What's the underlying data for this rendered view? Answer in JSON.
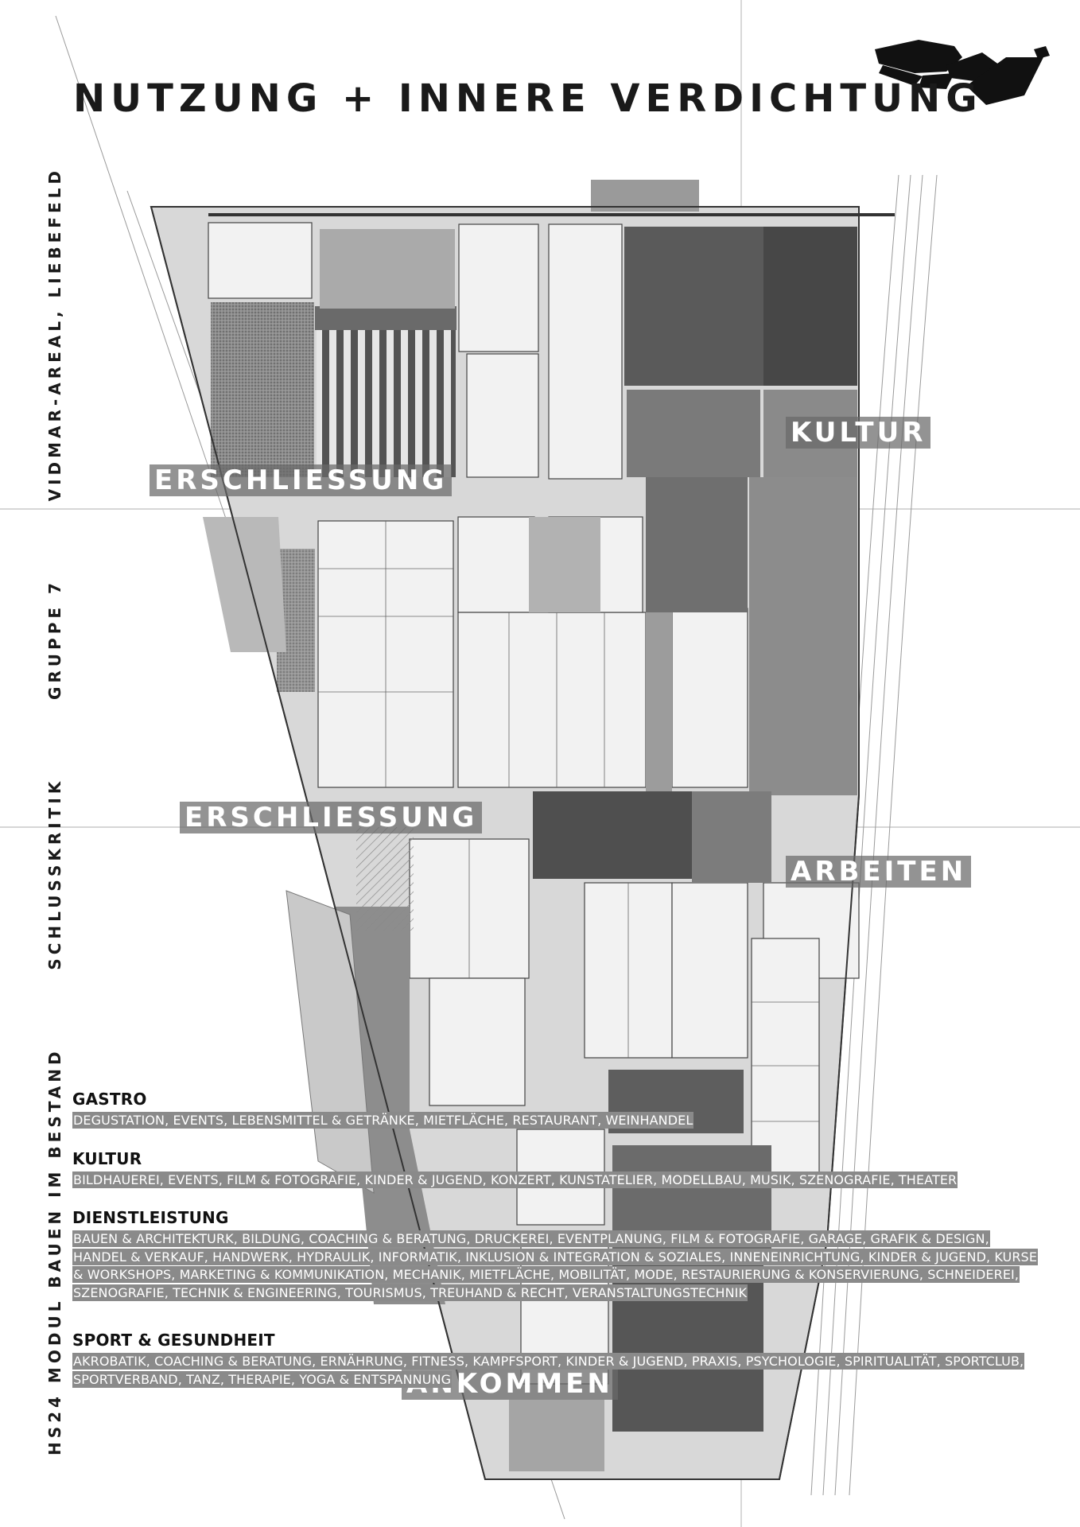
{
  "poster": {
    "title": "NUTZUNG + INNERE VERDICHTUNG",
    "side_labels": [
      "HS24 MODUL BAUEN IM BESTAND",
      "SCHLUSSKRITIK",
      "GRUPPE 7",
      "VIDMAR-AREAL, LIEBEFELD"
    ]
  },
  "zones": {
    "kultur": "KULTUR",
    "erschliessung_top": "ERSCHLIESSUNG",
    "erschliessung_mid": "ERSCHLIESSUNG",
    "arbeiten": "ARBEITEN",
    "ankommen": "ANKOMMEN"
  },
  "legend": [
    {
      "heading": "GASTRO",
      "items": "DEGUSTATION, EVENTS, LEBENSMITTEL & GETRÄNKE, MIETFLÄCHE, RESTAURANT, WEINHANDEL"
    },
    {
      "heading": "KULTUR",
      "items": "BILDHAUEREI, EVENTS, FILM & FOTOGRAFIE, KINDER & JUGEND, KONZERT, KUNSTATELIER, MODELLBAU, MUSIK, SZENOGRAFIE, THEATER"
    },
    {
      "heading": "DIENSTLEISTUNG",
      "items": "BAUEN & ARCHITEKTURK, BILDUNG, COACHING & BERATUNG, DRUCKEREI, EVENTPLANUNG, FILM & FOTOGRAFIE, GARAGE, GRAFIK & DESIGN, HANDEL & VERKAUF, HANDWERK, HYDRAULIK, INFORMATIK, INKLUSION & INTEGRATION & SOZIALES, INNENEINRICHTUNG, KINDER & JUGEND, KURSE & WORKSHOPS, MARKETING & KOMMUNIKATION, MECHANIK, MIETFLÄCHE, MOBILITÄT, MODE, RESTAURIERUNG & KONSERVIERUNG, SCHNEIDEREI, SZENOGRAFIE, TECHNIK & ENGINEERING, TOURISMUS, TREUHAND & RECHT, VERANSTALTUNGSTECHNIK"
    },
    {
      "heading": "SPORT & GESUNDHEIT",
      "items": "AKROBATIK, COACHING & BERATUNG, ERNÄHRUNG, FITNESS, KAMPFSPORT, KINDER & JUGEND, PRAXIS, PSYCHOLOGIE, SPIRITUALITÄT, SPORTCLUB, SPORTVERBAND, TANZ, THERAPIE, YOGA & ENTSPANNUNG"
    }
  ],
  "colors": {
    "ink": "#1a1a1a",
    "label_bg": "#6a6a6a",
    "legend_bg": "#8a8a8a"
  },
  "icons": [
    "site-model-icon"
  ]
}
